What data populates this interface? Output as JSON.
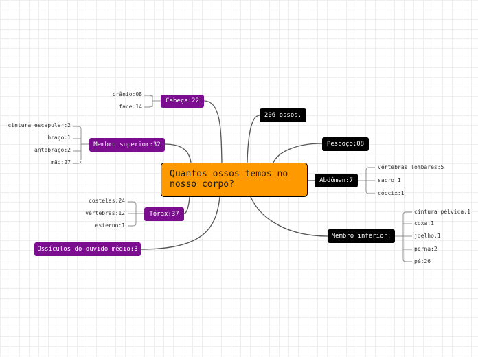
{
  "central": "Quantos ossos temos no nosso corpo?",
  "colors": {
    "purple": "#7a0e8f",
    "black": "#000000",
    "central": "#ff9900",
    "line": "#555555"
  },
  "left": {
    "cabeca": {
      "label": "Cabeça:22",
      "leaves": [
        "crânio:08",
        "face:14"
      ]
    },
    "membro_superior": {
      "label": "Membro superior:32",
      "leaves": [
        "cintura escapular:2",
        "braço:1",
        "antebraço:2",
        "mão:27"
      ]
    },
    "torax": {
      "label": "Tórax:37",
      "leaves": [
        "costelas:24",
        "vértebras:12",
        "esterno:1"
      ]
    },
    "ossiculos": {
      "label": "Ossículos do ouvido médio:3"
    }
  },
  "right": {
    "total": {
      "label": "206 ossos."
    },
    "pescoco": {
      "label": "Pescoço:08"
    },
    "abdomen": {
      "label": "Abdômen:7",
      "leaves": [
        "vértebras lombares:5",
        "sacro:1",
        "cóccix:1"
      ]
    },
    "membro_inferior": {
      "label": "Membro inferior:",
      "leaves": [
        "cintura pélvica:1",
        "coxa:1",
        "joelho:1",
        "perna:2",
        "pé:26"
      ]
    }
  }
}
